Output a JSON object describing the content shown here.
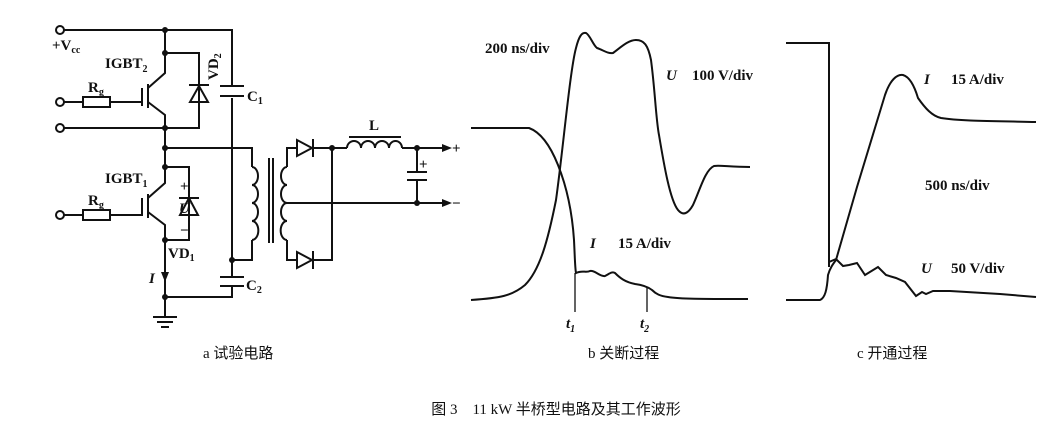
{
  "circuit": {
    "vcc": "+V",
    "vcc_sub": "cc",
    "igbt2": "IGBT",
    "igbt2_sub": "2",
    "igbt1": "IGBT",
    "igbt1_sub": "1",
    "rg": "R",
    "rg_sub": "g",
    "vd2": "VD",
    "vd2_sub": "2",
    "vd1": "VD",
    "vd1_sub": "1",
    "c1": "C",
    "c1_sub": "1",
    "c2": "C",
    "c2_sub": "2",
    "u": "U",
    "u_plus": "+",
    "u_minus": "−",
    "i": "I",
    "l": "L",
    "out_plus": "+",
    "out_minus": "−",
    "cap_plus": "+"
  },
  "turnoff": {
    "timebase": "200 ns/div",
    "u_label": "U",
    "u_scale": "100 V/div",
    "i_label": "I",
    "i_scale": "15 A/div",
    "t1": "t",
    "t1_sub": "1",
    "t2": "t",
    "t2_sub": "2"
  },
  "turnon": {
    "timebase": "500 ns/div",
    "i_label": "I",
    "i_scale": "15 A/div",
    "u_label": "U",
    "u_scale": "50 V/div"
  },
  "captions": {
    "a": "a 试验电路",
    "b": "b 关断过程",
    "c": "c 开通过程",
    "figure": "图 3　11 kW 半桥型电路及其工作波形"
  }
}
